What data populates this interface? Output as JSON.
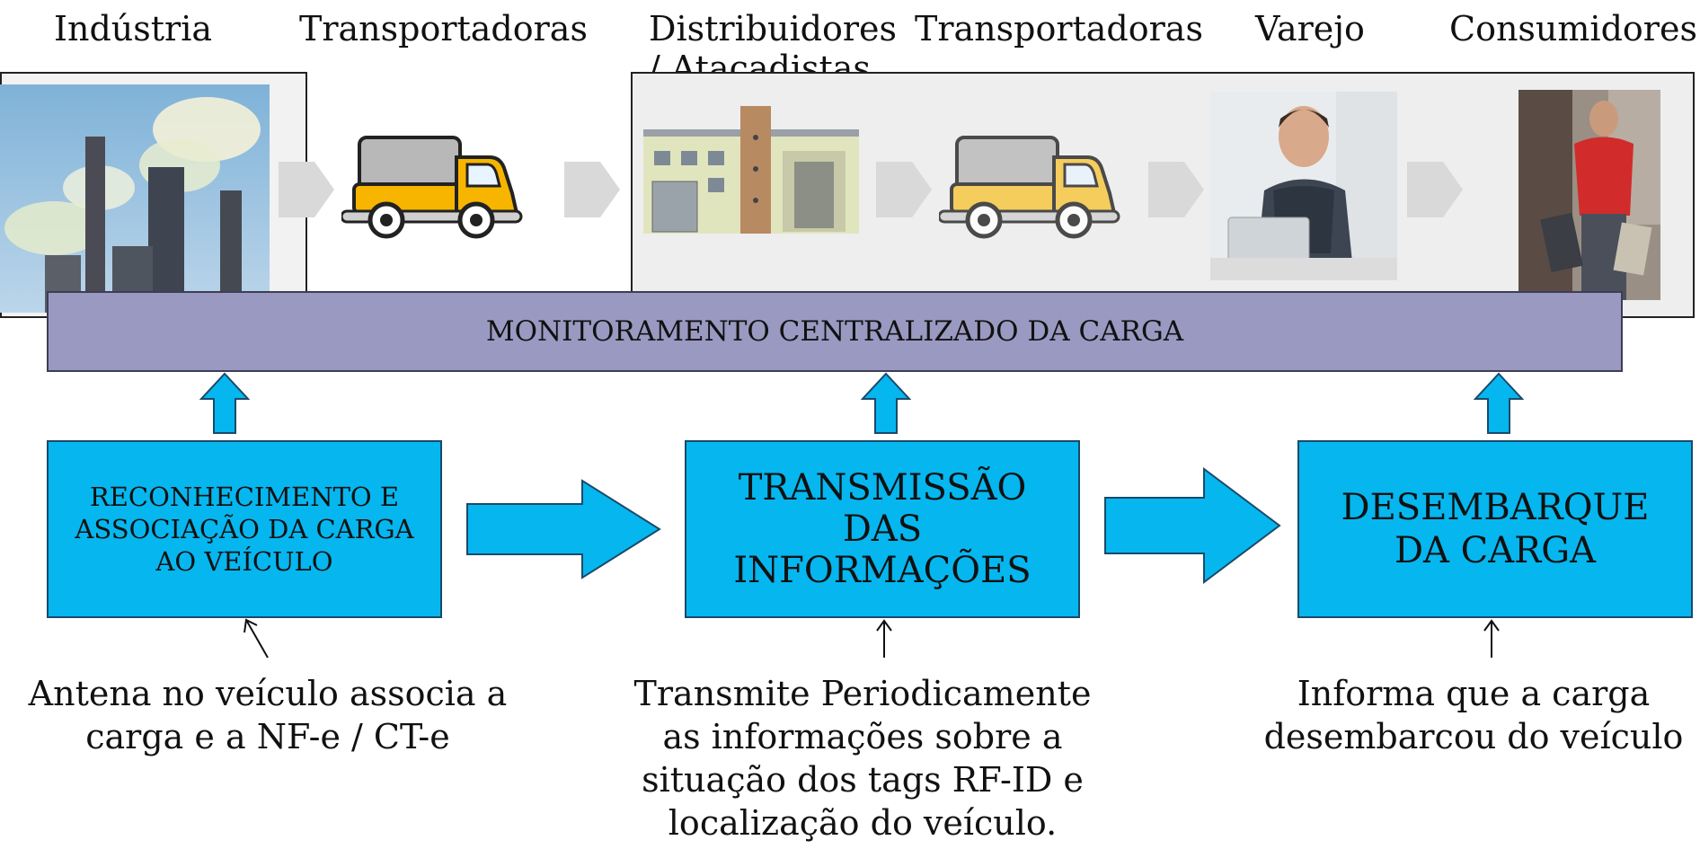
{
  "stages": [
    {
      "label": "Indústria",
      "icon": "factory-chimneys-photo"
    },
    {
      "label": "Transportadoras",
      "icon": "yellow-truck-icon"
    },
    {
      "label": "Distribuidores / Atacadistas",
      "icon": "warehouse-building-icon"
    },
    {
      "label": "Transportadoras",
      "icon": "yellow-truck-icon"
    },
    {
      "label": "Varejo",
      "icon": "cashier-photo"
    },
    {
      "label": "Consumidores",
      "icon": "shopper-photo"
    }
  ],
  "band": {
    "label": "MONITORAMENTO CENTRALIZADO DA CARGA"
  },
  "boxes": [
    {
      "label": "RECONHECIMENTO E ASSOCIAÇÃO DA CARGA AO VEÍCULO"
    },
    {
      "label": "TRANSMISSÃO DAS INFORMAÇÕES"
    },
    {
      "label": "DESEMBARQUE DA CARGA"
    }
  ],
  "captions": [
    {
      "text": "Antena no veículo associa a carga e a NF-e / CT-e"
    },
    {
      "text": "Transmite Periodicamente as informações sobre a situação dos tags RF-ID e localização do veículo."
    },
    {
      "text": "Informa que a carga desembarcou do veículo"
    }
  ],
  "colors": {
    "box_fill": "#06b6ef",
    "band_fill": "#9a99c2",
    "truck_yellow": "#f7b500"
  }
}
